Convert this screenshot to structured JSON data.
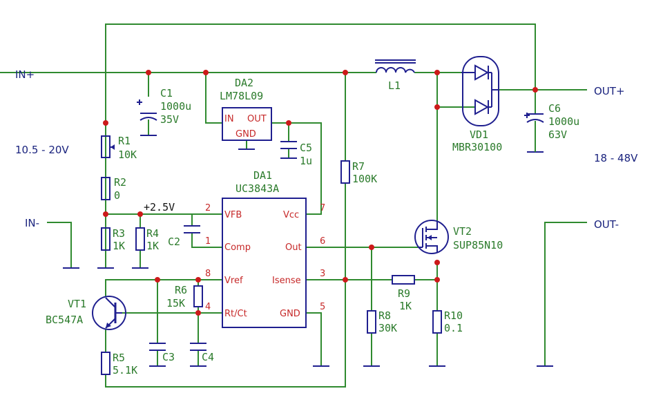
{
  "io": {
    "in_plus": "IN+",
    "in_minus": "IN-",
    "out_plus": "OUT+",
    "out_minus": "OUT-",
    "in_range": "10.5 - 20V",
    "out_range": "18 - 48V",
    "vfb_level": "+2.5V"
  },
  "parts": {
    "c1": {
      "ref": "C1",
      "val1": "1000u",
      "val2": "35V"
    },
    "da2": {
      "ref": "DA2",
      "val": "LM78L09",
      "pin_in": "IN",
      "pin_out": "OUT",
      "pin_gnd": "GND"
    },
    "c5": {
      "ref": "C5",
      "val": "1u"
    },
    "r1": {
      "ref": "R1",
      "val": "10K"
    },
    "r2": {
      "ref": "R2",
      "val": "0"
    },
    "r3": {
      "ref": "R3",
      "val": "1K"
    },
    "r4": {
      "ref": "R4",
      "val": "1K"
    },
    "c2": {
      "ref": "C2"
    },
    "da1": {
      "ref": "DA1",
      "val": "UC3843A",
      "pins_left": [
        {
          "num": "2",
          "name": "VFB"
        },
        {
          "num": "1",
          "name": "Comp"
        },
        {
          "num": "8",
          "name": "Vref"
        },
        {
          "num": "4",
          "name": "Rt/Ct"
        }
      ],
      "pins_right": [
        {
          "num": "7",
          "name": "Vcc"
        },
        {
          "num": "6",
          "name": "Out"
        },
        {
          "num": "3",
          "name": "Isense"
        },
        {
          "num": "5",
          "name": "GND"
        }
      ]
    },
    "r6": {
      "ref": "R6",
      "val": "15K"
    },
    "vt1": {
      "ref": "VT1",
      "val": "BC547A"
    },
    "r5": {
      "ref": "R5",
      "val": "5.1K"
    },
    "c3": {
      "ref": "C3"
    },
    "c4": {
      "ref": "C4"
    },
    "r7": {
      "ref": "R7",
      "val": "100K"
    },
    "l1": {
      "ref": "L1"
    },
    "vt2": {
      "ref": "VT2",
      "val": "SUP85N10"
    },
    "r8": {
      "ref": "R8",
      "val": "30K"
    },
    "r9": {
      "ref": "R9",
      "val": "1K"
    },
    "r10": {
      "ref": "R10",
      "val": "0.1"
    },
    "vd1": {
      "ref": "VD1",
      "val": "MBR30100"
    },
    "c6": {
      "ref": "C6",
      "val1": "1000u",
      "val2": "63V"
    }
  },
  "colors": {
    "wire": "#2f8a2f",
    "component": "#1f1f8f",
    "junction": "#cc1a1a",
    "ic_pin_text": "#c62828",
    "io_text": "#1a237e"
  }
}
